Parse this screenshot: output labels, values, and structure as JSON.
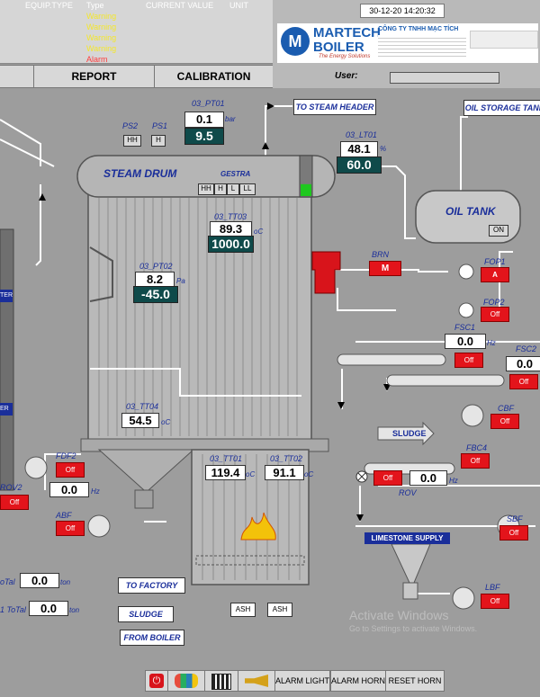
{
  "header": {
    "col_equip_type": "EQUIP.TYPE",
    "col_type": "Type",
    "col_current_value": "CURRENT VALUE",
    "col_unit": "UNIT",
    "warnings": [
      "Warning",
      "Warning",
      "Warning",
      "Warning"
    ],
    "alarm": "Alarm",
    "report_label": "REPORT",
    "calibration_label": "CALIBRATION",
    "datetime": "30-12-20 14:20:32",
    "user_label": "User:",
    "user_value": ""
  },
  "logo": {
    "brand_top": "MARTECH",
    "brand_bottom": "BOILER",
    "tagline": "The Energy Solutions",
    "company": "CÔNG TY TNHH MẠC TÍCH"
  },
  "labels": {
    "to_steam_header": "TO STEAM HEADER",
    "oil_storage_tank": "OIL STORAGE TANK",
    "steam_drum": "STEAM DRUM",
    "gestra": "GESTRA",
    "oil_tank": "OIL TANK",
    "on": "ON",
    "to_factory": "TO FACTORY",
    "sludge_out": "SLUDGE",
    "from_boiler": "FROM BOILER",
    "sludge_conv": "SLUDGE",
    "limestone_supply": "LIMESTONE SUPPLY",
    "ash1": "ASH",
    "ash2": "ASH",
    "ps2": "PS2",
    "ps1": "PS1",
    "hh": "HH",
    "h": "H",
    "lvl_hh": "HH",
    "lvl_h": "H",
    "lvl_l": "L",
    "lvl_ll": "LL",
    "ter": "TER",
    "er": "ER"
  },
  "tags": {
    "pt01": "03_PT01",
    "lt01": "03_LT01",
    "tt03": "03_TT03",
    "pt02": "03_PT02",
    "tt04": "03_TT04",
    "tt01": "03_TT01",
    "tt02": "03_TT02",
    "brn": "BRN",
    "fop1": "FOP1",
    "fop2": "FOP2",
    "fsc1": "FSC1",
    "fsc2": "FSC2",
    "cbf": "CBF",
    "fbc4": "FBC4",
    "rov": "ROV",
    "fdf2": "FDF2",
    "rov2": "ROV2",
    "abf": "ABF",
    "sbf": "SBF",
    "lbf": "LBF"
  },
  "values": {
    "pt01_sp": "0.1",
    "pt01_pv": "9.5",
    "pt01_unit": "bar",
    "lt01_sp": "48.1",
    "lt01_pv": "60.0",
    "lt01_unit": "%",
    "tt03_sp": "89.3",
    "tt03_pv": "1000.0",
    "tt03_unit": "oC",
    "pt02_sp": "8.2",
    "pt02_pv": "-45.0",
    "pt02_unit": "Pa",
    "tt04": "54.5",
    "tt04_unit": "oC",
    "tt01": "119.4",
    "tt01_unit": "oC",
    "tt02": "91.1",
    "tt02_unit": "oC",
    "fsc1": "0.0",
    "fsc1_unit": "Hz",
    "fsc2": "0.0",
    "rov": "0.0",
    "rov_unit": "Hz",
    "fdf2": "0.0",
    "fdf2_unit": "Hz",
    "total1": "0.0",
    "total1_unit": "ton",
    "total1_label": "oTal",
    "total2": "0.0",
    "total2_unit": "ton",
    "total2_label": "1 ToTal"
  },
  "states": {
    "brn": "M",
    "fop1": "A",
    "fop2": "Off",
    "fsc1": "Off",
    "fsc2": "Off",
    "cbf": "Off",
    "fbc4": "Off",
    "rov": "Off",
    "fdf2": "Off",
    "rov2": "Off",
    "abf": "Off",
    "sbf": "Off",
    "lbf": "Off"
  },
  "taskbar": {
    "alarm_light": "ALARM LIGHT",
    "alarm_horn": "ALARM HORN",
    "reset_horn": "RESET HORN"
  },
  "watermark": {
    "line1": "Activate Windows",
    "line2": "Go to Settings to activate Windows."
  },
  "colors": {
    "background": "#9d9d9d",
    "value_dark": "#0f4a4a",
    "off_red": "#e3141b",
    "tag_blue": "#1a2e9a",
    "warning_yellow": "#f4e72c"
  }
}
